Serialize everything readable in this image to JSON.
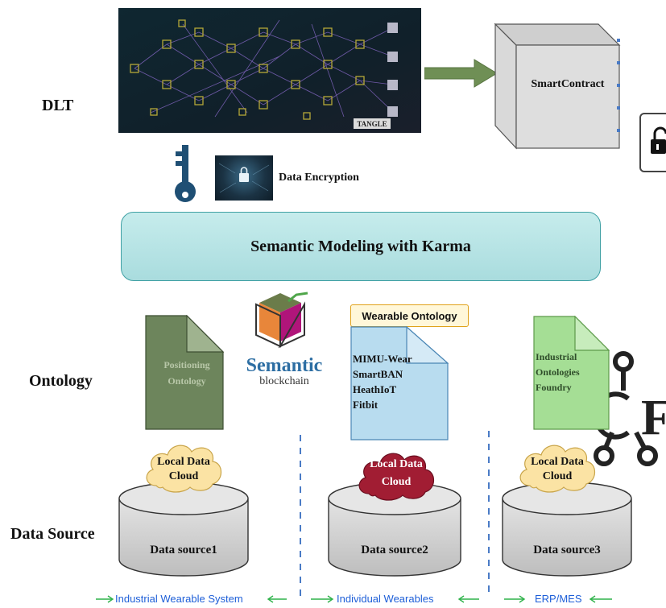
{
  "rows": {
    "dlt": "DLT",
    "ontology": "Ontology",
    "data_source": "Data Source"
  },
  "dlt": {
    "tangle_label": "TANGLE",
    "smart_contract": "SmartContract"
  },
  "encryption": {
    "label": "Data Encryption"
  },
  "semantic_modeling": {
    "label": "Semantic Modeling with Karma"
  },
  "semantic_blockchain_logo": {
    "line1": "Semantic",
    "line2": "blockchain"
  },
  "ontologies": {
    "positioning": {
      "line1": "Positioning",
      "line2": "Ontology"
    },
    "wearable_title": "Wearable Ontology",
    "wearable_items": [
      "MIMU-Wear",
      "SmartBAN",
      "HeathIoT",
      "Fitbit"
    ],
    "industrial": {
      "line1": "Industrial",
      "line2": "Ontologies",
      "line3": "Foundry"
    }
  },
  "clouds": {
    "c1": {
      "line1": "Local Data",
      "line2": "Cloud"
    },
    "c2": {
      "line1": "Local Data",
      "line2": "Cloud"
    },
    "c3": {
      "line1": "Local Data",
      "line2": "Cloud"
    }
  },
  "sources": {
    "s1": "Data source1",
    "s2": "Data source2",
    "s3": "Data source3"
  },
  "groups": {
    "g1": "Industrial Wearable System",
    "g2": "Individual Wearables",
    "g3": "ERP/MES"
  },
  "colors": {
    "teal_box": "#b4e3e4",
    "olive_doc": "#6d855c",
    "blue_doc": "#b8dcef",
    "green_doc": "#a5de95",
    "cloud_yellow": "#fbe3a4",
    "cloud_red": "#a11d33",
    "cylinder_gray": "#d0d0d0",
    "group_blue": "#1e5fd8",
    "arrow_green": "#2fb24a"
  }
}
